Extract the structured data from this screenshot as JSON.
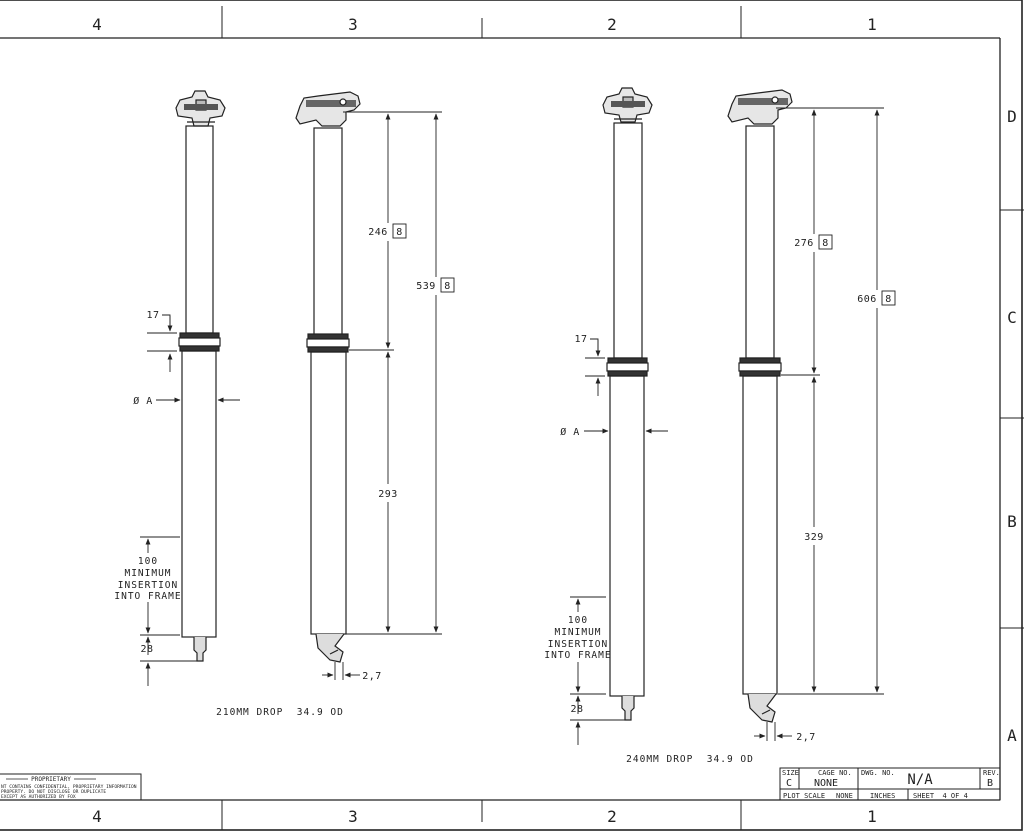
{
  "border": {
    "columns": [
      "4",
      "3",
      "2",
      "1"
    ],
    "rows": [
      "D",
      "C",
      "B",
      "A"
    ]
  },
  "views": [
    {
      "caption": "210MM DROP  34.9 OD",
      "travel": "246",
      "overall": "539",
      "lower": "293",
      "collar": "17",
      "diameter": "Ø A",
      "insertion": [
        "100",
        "MINIMUM",
        "INSERTION",
        "INTO FRAME"
      ],
      "bottom": "28",
      "offset": "2,7",
      "box_symbol": "8"
    },
    {
      "caption": "240MM DROP  34.9 OD",
      "travel": "276",
      "overall": "606",
      "lower": "329",
      "collar": "17",
      "diameter": "Ø A",
      "insertion": [
        "100",
        "MINIMUM",
        "INSERTION",
        "INTO FRAME"
      ],
      "bottom": "28",
      "offset": "2,7",
      "box_symbol": "8"
    }
  ],
  "proprietary": {
    "title": "PROPRIETARY",
    "lines": [
      "NT CONTAINS CONFIDENTIAL, PROPRIETARY INFORMATION",
      "PROPERTY. DO NOT DISCLOSE OR DUPLICATE",
      "EXCEPT AS AUTHORIZED BY FOX"
    ]
  },
  "title_block": {
    "size_label": "SIZE",
    "size": "C",
    "cage_label": "CAGE NO.",
    "cage": "NONE",
    "dwg_label": "DWG. NO.",
    "dwg": "N/A",
    "rev_label": "REV.",
    "rev": "B",
    "plot_scale_label": "PLOT SCALE",
    "plot_scale": "NONE",
    "units": "INCHES",
    "sheet": "SHEET  4 OF 4"
  }
}
